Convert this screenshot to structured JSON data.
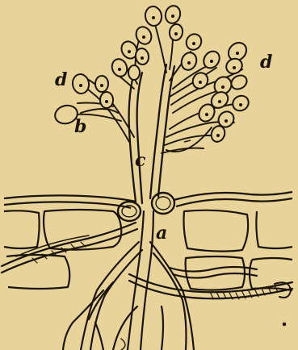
{
  "figure": {
    "labels": {
      "a": "a",
      "b": "b",
      "c": "c",
      "d_left": "d",
      "d_right": "d"
    },
    "colors": {
      "paper": "#e8d49a",
      "ink": "#1c1408"
    }
  }
}
